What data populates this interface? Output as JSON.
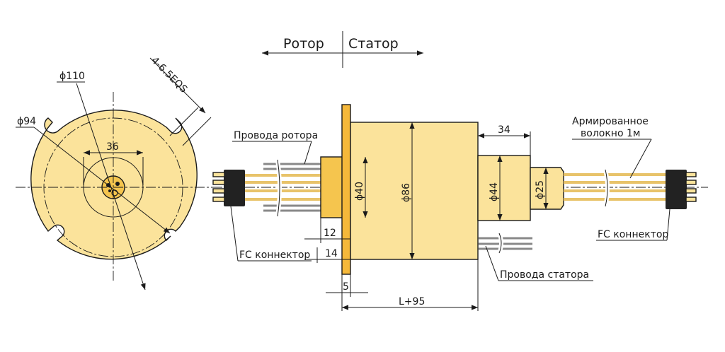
{
  "header": {
    "rotor": "Ротор",
    "stator": "Статор"
  },
  "slot_spec": "4-6.5EQS",
  "dims": {
    "d110": "ϕ110",
    "d94": "ϕ94",
    "w36": "36",
    "d40": "ϕ40",
    "d86": "ϕ86",
    "d44": "ϕ44",
    "d25": "ϕ25",
    "len34": "34",
    "len12": "12",
    "len14": "14",
    "len5": "5",
    "lenL": "L+95"
  },
  "labels": {
    "rotor_wires": "Провода ротора",
    "stator_wires": "Провода статора",
    "fc_left": "FC коннектор",
    "fc_right": "FC коннектор",
    "fiber_line1": "Армированное",
    "fiber_line2": "волокно 1м"
  },
  "colors": {
    "body": "#fbe39b",
    "flange": "#f5b83a",
    "connector": "#222222",
    "wire_grey": "#888888"
  }
}
